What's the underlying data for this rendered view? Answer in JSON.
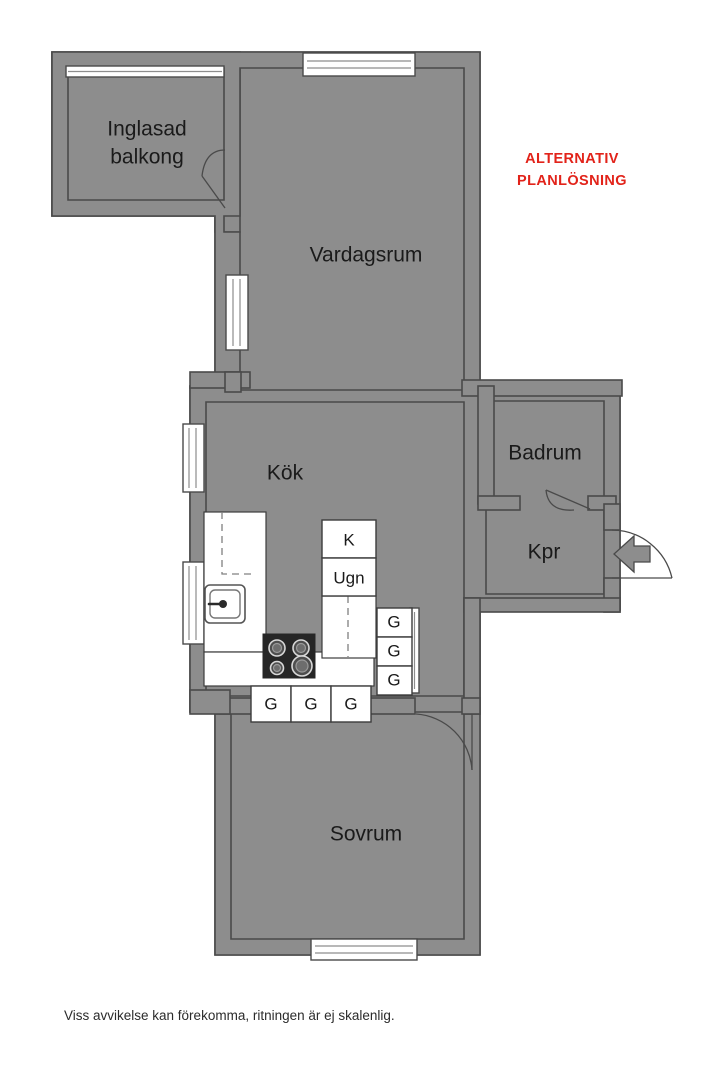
{
  "document": {
    "type": "floor-plan",
    "caption": "Viss avvikelse kan förekomma, ritningen är ej skalenlig.",
    "annotation": {
      "line1": "ALTERNATIV",
      "line2": "PLANLÖSNING",
      "color": "#e2231a"
    }
  },
  "colors": {
    "wall_fill": "#8d8d8d",
    "wall_stroke": "#4a4a4a",
    "room_fill": "#ffffff",
    "text": "#1a1a1a",
    "annotation_red": "#e2231a",
    "background": "#ffffff"
  },
  "rooms": [
    {
      "key": "balkong",
      "label_line1": "Inglasad",
      "label_line2": "balkong",
      "label": "Inglasad balkong"
    },
    {
      "key": "vardagsrum",
      "label": "Vardagsrum"
    },
    {
      "key": "kok",
      "label": "Kök"
    },
    {
      "key": "badrum",
      "label": "Badrum"
    },
    {
      "key": "kpr",
      "label": "Kpr"
    },
    {
      "key": "sovrum",
      "label": "Sovrum"
    }
  ],
  "fixtures": {
    "fridge": "K",
    "oven": "Ugn",
    "wardrobe": "G",
    "wardrobes_bottom": [
      "G",
      "G",
      "G"
    ],
    "wardrobes_right": [
      "G",
      "G",
      "G"
    ]
  },
  "icons": {
    "entrance_arrow": "entrance-arrow-icon",
    "sink": "sink-icon",
    "cooktop": "cooktop-icon"
  }
}
